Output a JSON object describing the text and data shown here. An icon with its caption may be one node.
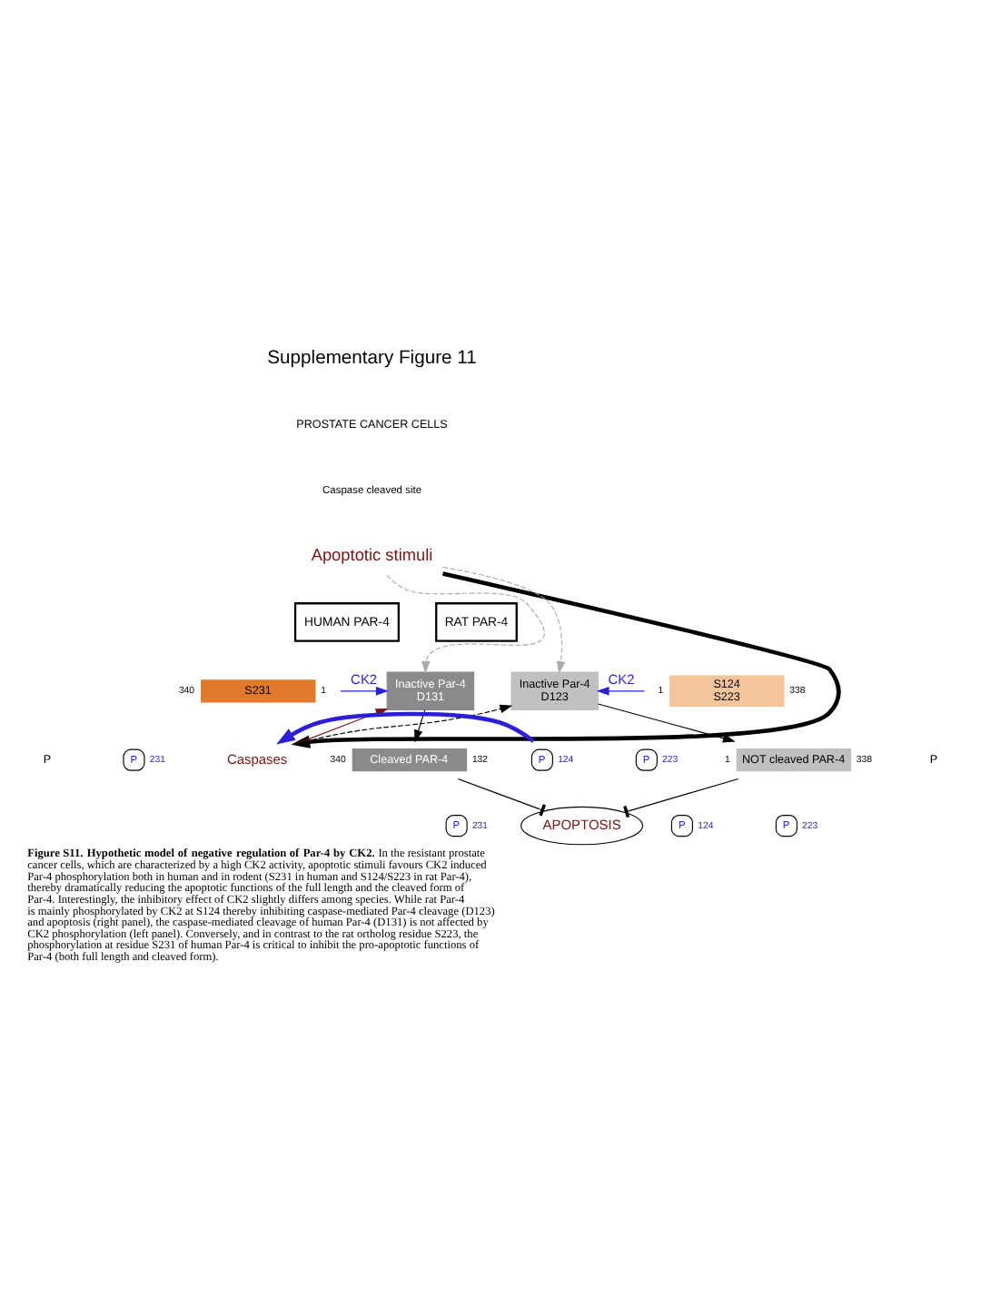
{
  "diagram": {
    "title": "Supplementary Figure 11",
    "caption": "**Figure S11. Hypothetic model of negative regulation of Par-4 by CK2.** In the resistant prostate cancer cells, which are characterized by a high CK2 activity, apoptotic stimuli favours CK2 induced Par-4 phosphorylation both in human and in rodent (S231 in human and S124/S223 in rat Par-4), thereby dramatically reducing the apoptotic functions of the full length and the cleaved form of Par-4. Interestingly, the inhibitory effect of CK2 slightly differs among species. While rat Par-4 is mainly phosphorylated by CK2 at S124 thereby inhibiting caspase-mediated Par-4 cleavage (D123) and apoptosis (right panel), the caspase-mediated cleavage of human Par-4 (D131) is not affected by CK2 phosphorylation (left panel). Conversely, and in contrast to the rat ortholog residue S223, the phosphorylation at residue S231 of human Par-4 is critical to inhibit the pro-apoptotic functions of Par-4 (both full length and cleaved form).",
    "nodes": [
      {
        "text": [
          "Apoptotic stimuli"
        ]
      },
      {
        "text": [
          "HUMAN PAR-4"
        ]
      },
      {
        "text": [
          "S231"
        ],
        "beside": [
          "340",
          "1"
        ]
      },
      {
        "text": [
          "Inactive Par-4",
          "D131"
        ]
      },
      {
        "text": [
          "P"
        ],
        "beside": [
          "231"
        ]
      },
      {
        "text": [
          "Caspases"
        ]
      },
      {
        "text": [
          "Inactive Par-4",
          "D123"
        ]
      },
      {
        "text": [
          "P"
        ],
        "beside": [
          "124"
        ]
      },
      {
        "text": [
          "P"
        ],
        "beside": [
          "223"
        ]
      },
      {
        "text": [
          "RAT PAR-4"
        ]
      },
      {
        "text": [
          "S124",
          "S223"
        ],
        "beside": [
          "1",
          "338"
        ]
      },
      {
        "text": [
          "Cleaved PAR-4"
        ],
        "beside": [
          "340",
          "132"
        ]
      },
      {
        "text": [
          "P"
        ],
        "beside": [
          "231"
        ]
      },
      {
        "text": [
          "NOT cleaved PAR-4"
        ],
        "beside": [
          "1",
          "338"
        ]
      },
      {
        "text": [
          "P"
        ],
        "beside": [
          "124"
        ]
      },
      {
        "text": [
          "P"
        ],
        "beside": [
          "223"
        ]
      },
      {
        "text": [
          "APOPTOSIS"
        ]
      }
    ],
    "edges": [
      {
        "from": 0,
        "to": 3,
        "arrow": "to",
        "style": "dashed",
        "color": "#aaaaaa"
      },
      {
        "from": 0,
        "to": 6,
        "arrow": "to",
        "style": "dashed",
        "color": "#aaaaaa"
      },
      {
        "from": 0,
        "to": 5,
        "arrow": "to",
        "style": "thick"
      },
      {
        "from": 2,
        "to": 3,
        "label": "CK2",
        "arrow": "to",
        "color": "#2a1fd6"
      },
      {
        "from": 10,
        "to": 6,
        "label": "CK2",
        "arrow": "to",
        "color": "#2a1fd6"
      },
      {
        "from": 5,
        "to": 3,
        "arrow": "to",
        "color": "#7a1212"
      },
      {
        "from": 5,
        "to": 6,
        "arrow": "to",
        "style": "dashed"
      },
      {
        "from": 7,
        "to": 5,
        "arrow": "to",
        "style": "thick",
        "color": "#2a1fd6"
      },
      {
        "from": 3,
        "to": 11,
        "arrow": "to"
      },
      {
        "from": 6,
        "to": 13,
        "arrow": "to"
      },
      {
        "from": 11,
        "to": 16,
        "arrow": "other"
      },
      {
        "from": 13,
        "to": 16,
        "arrow": "other"
      }
    ],
    "labels": [
      "PROSTATE CANCER CELLS",
      "P",
      "P"
    ],
    "legend": [
      {
        "text": "Caspase cleaved site"
      }
    ]
  }
}
